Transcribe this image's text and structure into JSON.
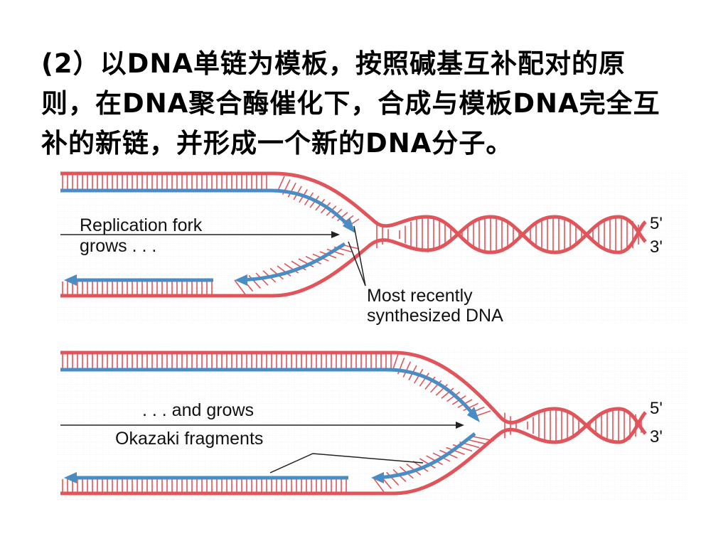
{
  "slide": {
    "text_lines": [
      "(2）以DNA单链为模板，按照碱基互补配对的原",
      "则，在DNA聚合酶催化下，合成与模板DNA完全互",
      "补的新链，并形成一个新的DNA分子。"
    ]
  },
  "diagram1": {
    "label_fork_line1": "Replication fork",
    "label_fork_line2": "grows . . .",
    "label_recent_line1": "Most recently",
    "label_recent_line2": "synthesized DNA",
    "end_5": "5'",
    "end_3": "3'"
  },
  "diagram2": {
    "label_grows": ". . . and grows",
    "label_okazaki": "Okazaki fragments",
    "end_5": "5'",
    "end_3": "3'"
  },
  "colors": {
    "parent_strand": "#e0545a",
    "new_strand": "#4a8cc4",
    "base_pair": "#e0545a",
    "grid": "#e3e3e3"
  }
}
